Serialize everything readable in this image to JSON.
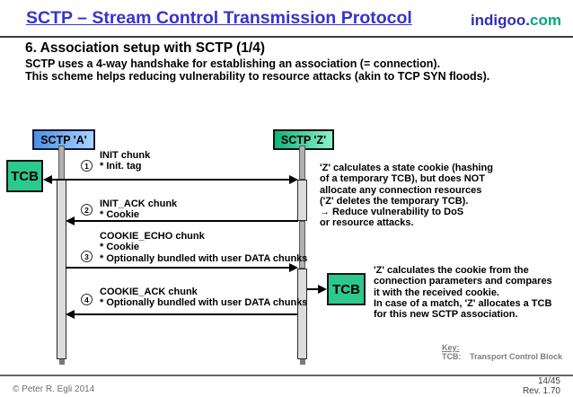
{
  "header": {
    "title": "SCTP – Stream Control Transmission Protocol",
    "logo_part1": "indigoo.",
    "logo_part2": "com"
  },
  "slide": {
    "heading": "6. Association setup with SCTP (1/4)",
    "intro_line1": "SCTP uses a 4-way handshake for establishing an association (= connection).",
    "intro_line2": "This scheme helps reducing vulnerability to resource attacks (akin to TCP SYN floods)."
  },
  "diagram": {
    "endpoint_a": "SCTP 'A'",
    "endpoint_z": "SCTP 'Z'",
    "tcb_a": "TCB",
    "tcb_z": "TCB",
    "messages": [
      {
        "num": "1",
        "lines": "INIT chunk\n* Init. tag"
      },
      {
        "num": "2",
        "lines": "INIT_ACK chunk\n* Cookie"
      },
      {
        "num": "3",
        "lines": "COOKIE_ECHO chunk\n* Cookie\n* Optionally bundled with user DATA chunks"
      },
      {
        "num": "4",
        "lines": "COOKIE_ACK chunk\n* Optionally bundled with user DATA chunks"
      }
    ],
    "note_cookie": "'Z' calculates a state cookie (hashing\nof a temporary TCB), but does NOT\nallocate any connection resources\n('Z' deletes the temporary TCB).\n→ Reduce vulnerability to DoS\nor resource attacks.",
    "note_match": "'Z' calculates the cookie from the\nconnection parameters and compares\nit with the received cookie.\nIn case of a match, 'Z' allocates a TCB\nfor this new SCTP association."
  },
  "key": {
    "label": "Key:",
    "term": "TCB:",
    "definition": "Transport Control Block"
  },
  "footer": {
    "copyright": "© Peter R. Egli 2014",
    "page": "14/45",
    "revision": "Rev. 1.70"
  },
  "colors": {
    "title_blue": "#3634ca",
    "logo_navy": "#2f2fb8",
    "logo_green": "#00a87e",
    "tcb_green": "#2bc98c",
    "endpoint_a_gradient": [
      "#4a90e2",
      "#a9d4ff"
    ],
    "endpoint_z_gradient": [
      "#0fb37c",
      "#8cf0c8"
    ],
    "lifeline_gray": "#b0b0b0",
    "activation_gray": "#dcdcdc",
    "key_gray": "#7d7d7d"
  }
}
